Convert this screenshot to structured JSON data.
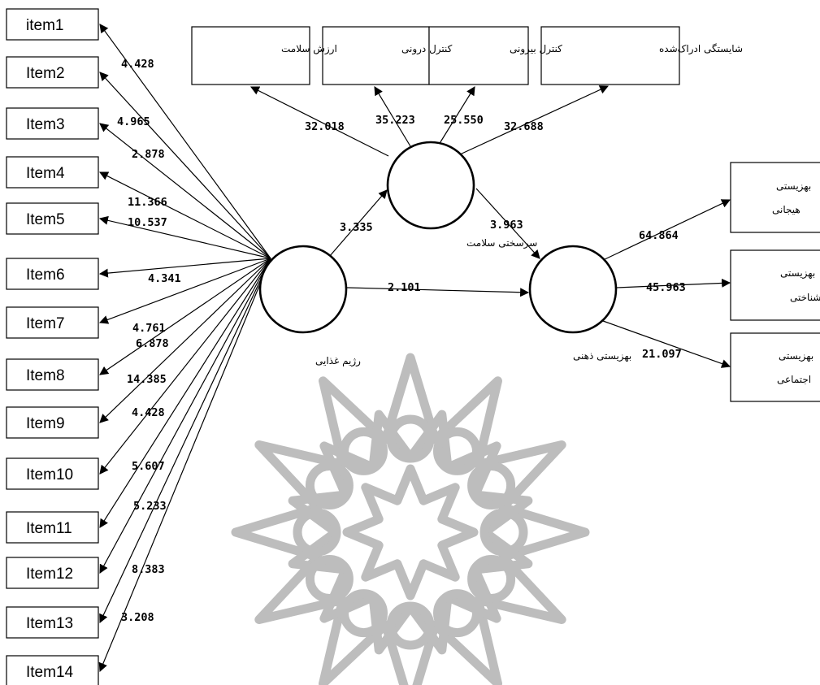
{
  "items": [
    "item1",
    "Item2",
    "Item3",
    "Item4",
    "Item5",
    "Item6",
    "Item7",
    "Item8",
    "Item9",
    "Item10",
    "Item11",
    "Item12",
    "Item13",
    "Item14"
  ],
  "item_coefficients": [
    "4.428",
    "4.965",
    "2.878",
    "11.366",
    "10.537",
    "4.341",
    "4.761",
    "6.878",
    "14.385",
    "4.428",
    "5.607",
    "5.233",
    "8.383",
    "3.208"
  ],
  "latent": {
    "diet": "رژیم غذایی",
    "hardiness": "سرسختی سلامت",
    "wellbeing": "بهزیستی ذهنی"
  },
  "top_indicators": {
    "health_value": "ارزش سلامت",
    "internal_control": "کنترل درونی",
    "external_control": "کنترل بیرونی",
    "competence": "شایستگی ادراک‌شده"
  },
  "top_coefficients": {
    "health_value": "32.018",
    "internal_control": "35.223",
    "external_control": "25.550",
    "competence": "32.688"
  },
  "paths": {
    "diet_to_hardiness": "3.335",
    "diet_to_wellbeing": "2.101",
    "hardiness_to_wellbeing": "3.963"
  },
  "right_indicators": {
    "emotional": [
      "بهزیستی",
      "هیجانی"
    ],
    "psychological": [
      "بهزیستی",
      "روانشناختی"
    ],
    "social": [
      "بهزیستی",
      "اجتماعی"
    ]
  },
  "right_coefficients": {
    "emotional": "64.864",
    "psychological": "45.963",
    "social": "21.097"
  }
}
